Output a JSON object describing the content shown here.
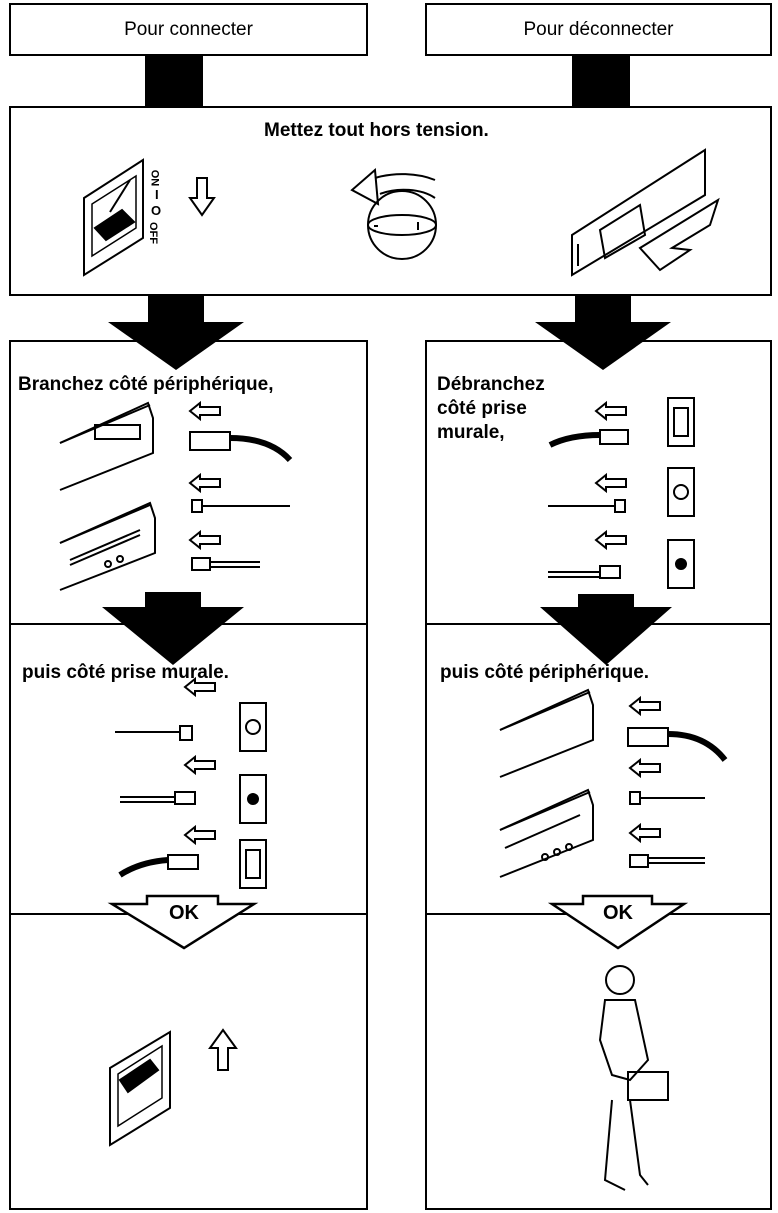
{
  "headers": {
    "connect": "Pour connecter",
    "disconnect": "Pour déconnecter"
  },
  "power_off": {
    "text": "Mettez tout hors tension."
  },
  "switch_labels": {
    "on": "ON",
    "off": "OFF",
    "i": "I",
    "o": "O"
  },
  "connect": {
    "step1": "Branchez côté périphérique,",
    "step2": "puis côté prise murale.",
    "ok": "OK"
  },
  "disconnect": {
    "step1_line1": "Débranchez",
    "step1_line2": "côté prise",
    "step1_line3": "murale,",
    "step2": "puis côté périphérique.",
    "ok": "OK"
  }
}
